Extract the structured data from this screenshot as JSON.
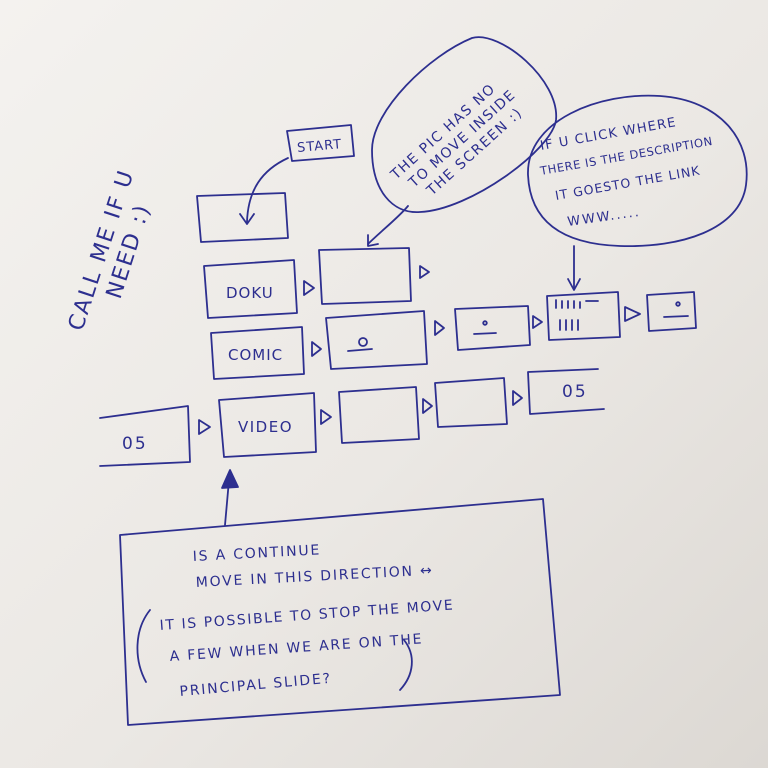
{
  "board": {
    "ink_color": "#2d2f8f",
    "start_label": "START",
    "side_note_line1": "CALL ME IF U",
    "side_note_line2": "NEED :)",
    "bubble_left": {
      "line1": "THE PIC HAS NO",
      "line2": "TO MOVE INSIDE",
      "line3": "THE SCREEN :)"
    },
    "bubble_right": {
      "line1": "IF U CLICK WHERE",
      "line2": "THERE IS THE DESCRIPTION",
      "line3": "IT GOESTO THE LINK",
      "line4": "WWW....."
    },
    "rows": {
      "doku_label": "DOKU",
      "comic_label": "COMIC",
      "video_label": "VIDEO",
      "left_count": "05",
      "right_count": "05"
    },
    "bottom_note": {
      "line1": "IS A CONTINUE",
      "line2": "MOVE IN THIS DIRECTION ↔",
      "line3": "IT IS POSSIBLE TO STOP THE MOVE",
      "line4": "A FEW WHEN WE ARE ON THE",
      "line5": "PRINCIPAL SLIDE?"
    }
  }
}
